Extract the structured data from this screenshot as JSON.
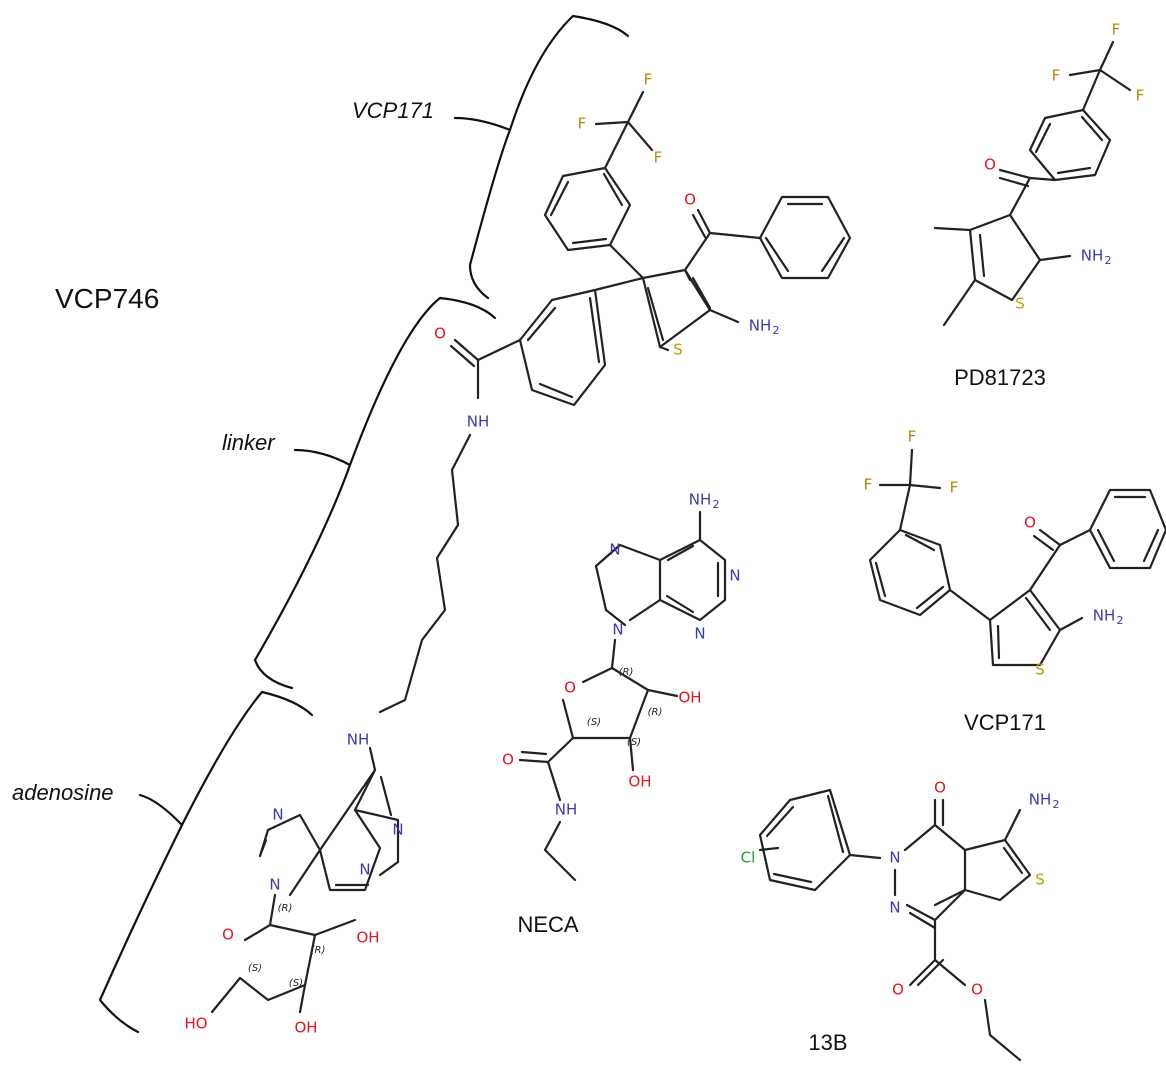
{
  "title": "VCP746",
  "regions": {
    "vcp171": "VCP171",
    "linker": "linker",
    "adenosine": "adenosine"
  },
  "compounds": {
    "pd81723": "PD81723",
    "vcp171": "VCP171",
    "neca": "NECA",
    "c13b": "13B"
  },
  "atoms": {
    "F": "F",
    "O": "O",
    "NH": "NH",
    "N": "N",
    "S": "S",
    "OH": "OH",
    "HO": "HO",
    "NH2": "NH",
    "sub2": "2",
    "Cl": "Cl"
  },
  "stereo": {
    "R": "(R)",
    "S": "(S)"
  },
  "colors": {
    "fluorine": "#b8860b",
    "nitrogen": "#3a3ab0",
    "oxygen": "#e8141e",
    "sulfur": "#b8a000",
    "chlorine": "#22a022"
  }
}
